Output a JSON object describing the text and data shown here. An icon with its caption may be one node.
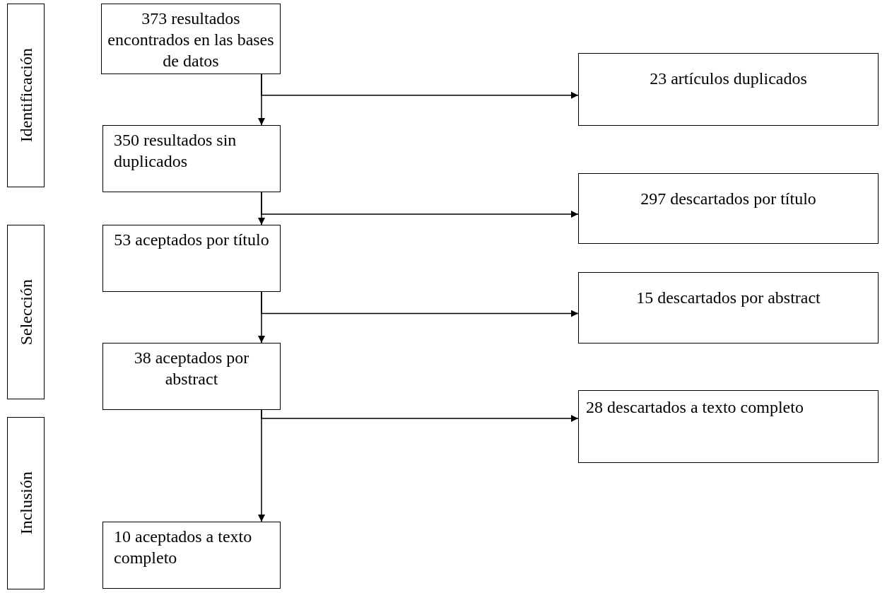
{
  "diagram": {
    "nodes": [
      {
        "text": [
          "Identificación"
        ]
      },
      {
        "text": [
          "Selección"
        ]
      },
      {
        "text": [
          "Inclusión"
        ]
      },
      {
        "text": [
          "373 resultados encontrados en las bases de datos"
        ]
      },
      {
        "text": [
          "23 artículos duplicados"
        ]
      },
      {
        "text": [
          "350 resultados sin duplicados"
        ]
      },
      {
        "text": [
          "297 descartados por título"
        ]
      },
      {
        "text": [
          "53 aceptados por título"
        ]
      },
      {
        "text": [
          "15 descartados por abstract"
        ]
      },
      {
        "text": [
          "38 aceptados por abstract"
        ]
      },
      {
        "text": [
          "28 descartados a texto completo"
        ]
      },
      {
        "text": [
          "10 aceptados a texto completo"
        ]
      }
    ],
    "edges": [
      {
        "from": 3,
        "to": 5,
        "arrow": "to"
      },
      {
        "from": 3,
        "to": 4,
        "arrow": "to"
      },
      {
        "from": 5,
        "to": 7,
        "arrow": "to"
      },
      {
        "from": 5,
        "to": 6,
        "arrow": "to"
      },
      {
        "from": 7,
        "to": 9,
        "arrow": "to"
      },
      {
        "from": 7,
        "to": 8,
        "arrow": "to"
      },
      {
        "from": 9,
        "to": 11,
        "arrow": "to"
      },
      {
        "from": 9,
        "to": 10,
        "arrow": "to"
      }
    ]
  }
}
